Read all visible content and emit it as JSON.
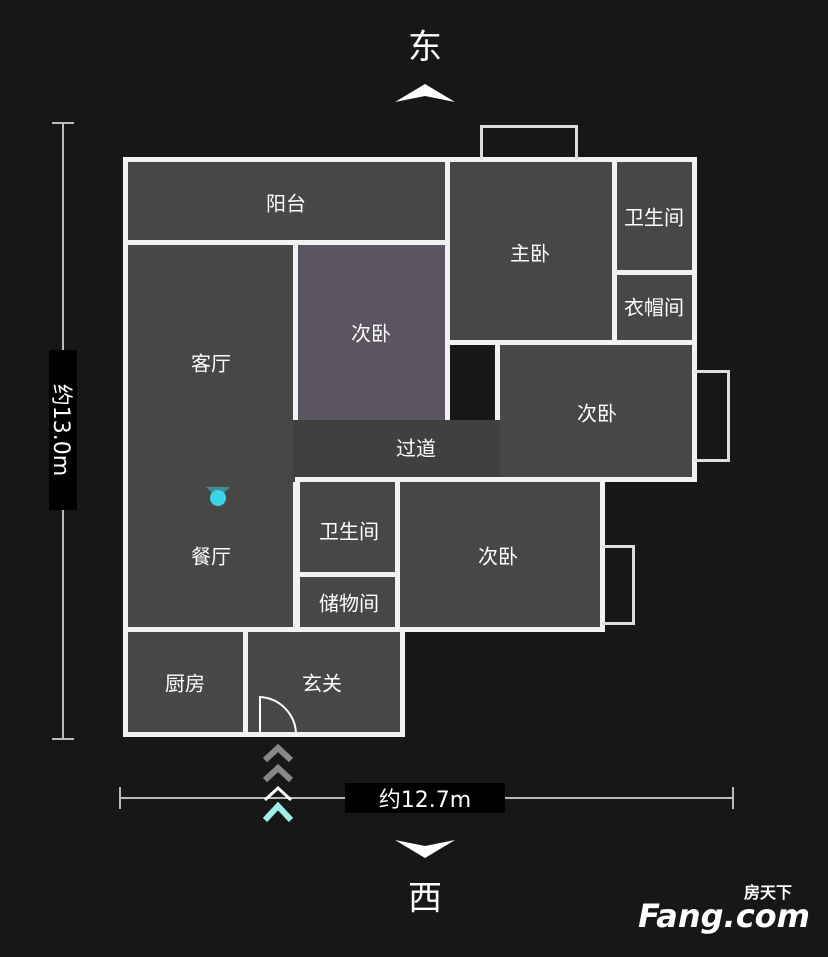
{
  "compass": {
    "north_label": "东",
    "south_label": "西"
  },
  "dimensions": {
    "height": "约13.0m",
    "width": "约12.7m"
  },
  "rooms": {
    "balcony": "阳台",
    "living": "客厅",
    "dining": "餐厅",
    "bedroom_top": "次卧",
    "master": "主卧",
    "bath_right": "卫生间",
    "closet": "衣帽间",
    "bedroom_right": "次卧",
    "hallway": "过道",
    "bath_mid": "卫生间",
    "storage": "储物间",
    "bedroom_lower": "次卧",
    "kitchen": "厨房",
    "entry": "玄关"
  },
  "brand": {
    "name": "房天下",
    "site": "Fang.com"
  },
  "colors": {
    "marker": "#3ad6e6",
    "entry_arrow": "#9ff0e8"
  }
}
